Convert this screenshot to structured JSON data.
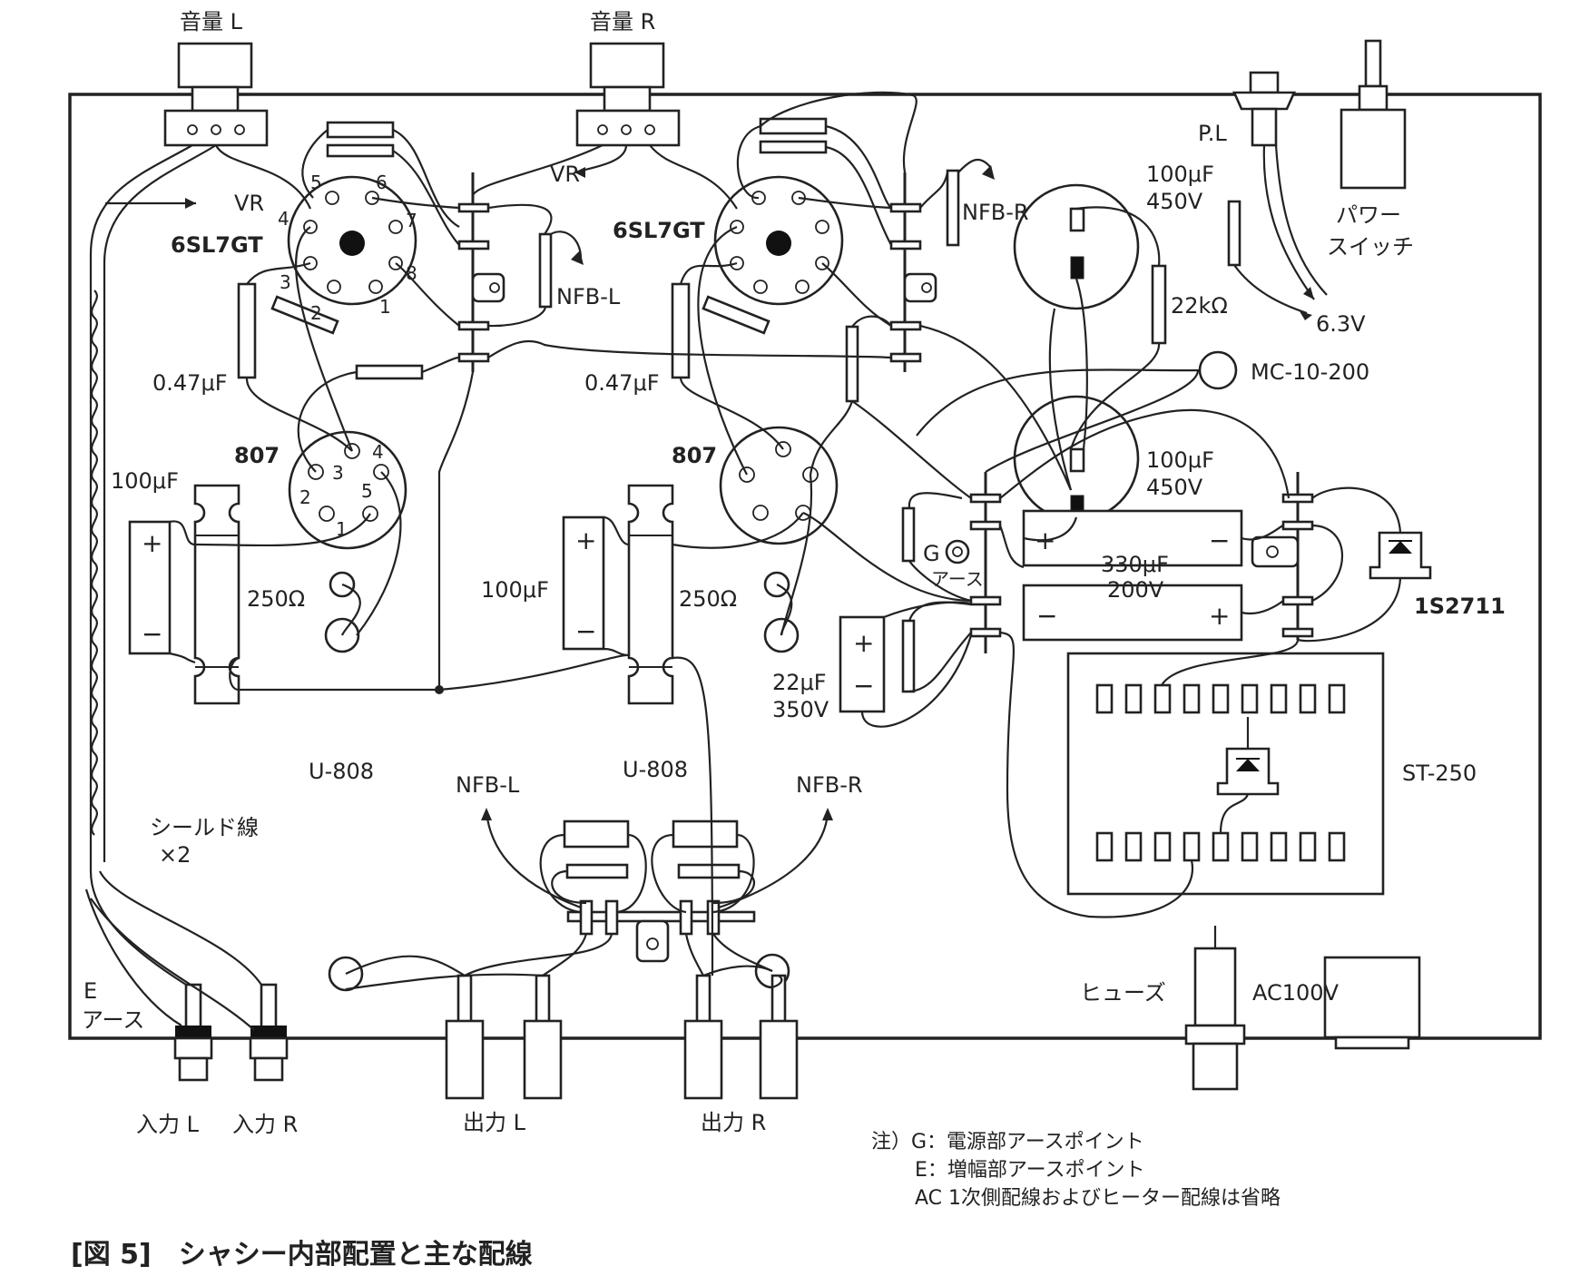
{
  "labels": {
    "vol_l": "音量 L",
    "vol_r": "音量 R",
    "vr_1": "VR",
    "vr_2": "VR",
    "tube_6sl7_l": "6SL7GT",
    "tube_6sl7_r": "6SL7GT",
    "nfb_l_top": "NFB-L",
    "nfb_r_top": "NFB-R",
    "cap_047_l": "0.47μF",
    "cap_047_r": "0.47μF",
    "tube_807_l": "807",
    "tube_807_r": "807",
    "cap_100_l": "100μF",
    "cap_100_m": "100μF",
    "res_250_l": "250Ω",
    "res_250_r": "250Ω",
    "trans_u808_l": "U-808",
    "trans_u808_r": "U-808",
    "nfb_l_bot": "NFB-L",
    "nfb_r_bot": "NFB-R",
    "shield_line1": "シールド線",
    "shield_line2": "×2",
    "earth_e": "E",
    "earth_label": "アース",
    "input_l": "入力 L",
    "input_r": "入力 R",
    "output_l": "出力 L",
    "output_r": "出力 R",
    "pl": "P.L",
    "power_sw1": "パワー",
    "power_sw2": "スイッチ",
    "v63": "6.3V",
    "cap_top_1": "100μF",
    "cap_top_2": "450V",
    "res_22k": "22kΩ",
    "mc": "MC-10-200",
    "cap_mid_1": "100μF",
    "cap_mid_2": "450V",
    "g_label": "G",
    "g_earth": "アース",
    "cap_330_1": "330μF",
    "cap_330_2": "200V",
    "diode": "1S2711",
    "cap_22_1": "22μF",
    "cap_22_2": "350V",
    "st250": "ST-250",
    "fuse": "ヒューズ",
    "ac100": "AC100V",
    "note1": "注）G：電源部アースポイント",
    "note2": "E：増幅部アースポイント",
    "note3": "AC 1次側配線およびヒーター配線は省略",
    "caption": "[図 5]　シャシー内部配置と主な配線",
    "pin1": "1",
    "pin2": "2",
    "pin3": "3",
    "pin4": "4",
    "pin5": "5",
    "pin6": "6",
    "pin7": "7",
    "pin8": "8",
    "p807_1": "1",
    "p807_2": "2",
    "p807_3": "3",
    "p807_4": "4",
    "p807_5": "5",
    "plus": "+",
    "minus": "−"
  }
}
